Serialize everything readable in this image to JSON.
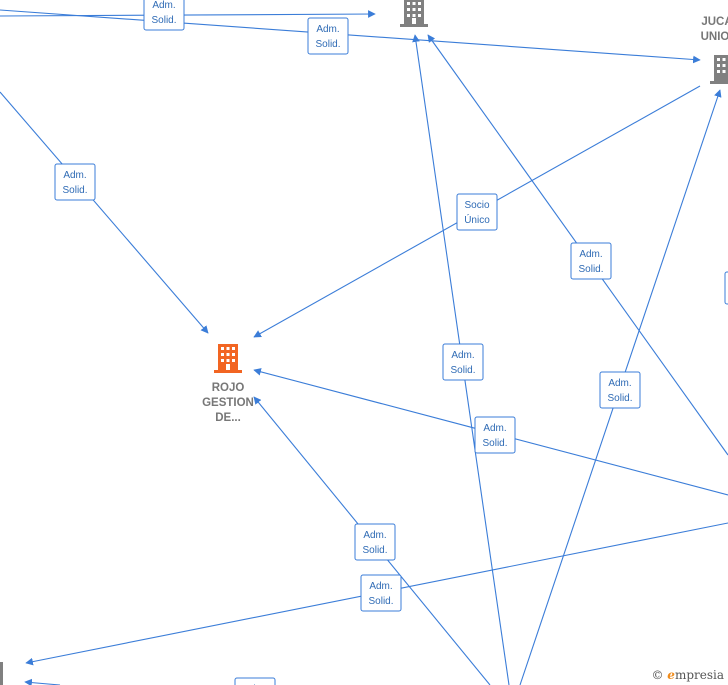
{
  "nodes": [
    {
      "id": "rojo",
      "lines": [
        "ROJO",
        "GESTION",
        "DE..."
      ],
      "highlight": true
    },
    {
      "id": "top-center",
      "lines": [],
      "highlight": false
    },
    {
      "id": "jucar",
      "lines": [
        "JUCA",
        "UNIO"
      ],
      "highlight": false
    }
  ],
  "edge_labels": [
    [
      "Adm.",
      "Solid."
    ],
    [
      "Adm.",
      "Solid."
    ],
    [
      "Adm.",
      "Solid."
    ],
    [
      "Socio",
      "Único"
    ],
    [
      "Adm.",
      "Solid."
    ],
    [
      "Adm.",
      "Solid."
    ],
    [
      "Adm.",
      "Solid."
    ],
    [
      "Adm.",
      "Solid."
    ],
    [
      "Adm.",
      "Solid."
    ],
    [
      "Adm.",
      "Solid."
    ],
    [
      "Adm.",
      "Solid."
    ]
  ],
  "colors": {
    "edge": "#3b7dd8",
    "node_highlight": "#f26522",
    "node_default": "#808080"
  },
  "watermark": {
    "copyright": "©",
    "brand_initial": "e",
    "brand_rest": "mpresia"
  }
}
